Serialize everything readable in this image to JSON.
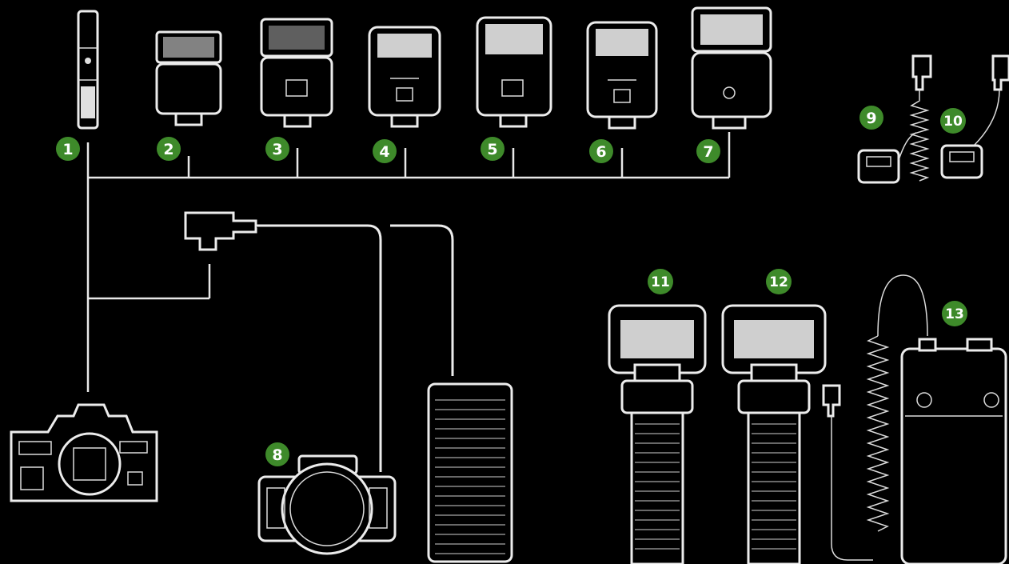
{
  "accent_color": "#3e8a2a",
  "background_color": "#000000",
  "items": [
    {
      "number": "1",
      "name": "pencil-flash"
    },
    {
      "number": "2",
      "name": "flash-unit-2"
    },
    {
      "number": "3",
      "name": "flash-unit-3"
    },
    {
      "number": "4",
      "name": "flash-unit-4"
    },
    {
      "number": "5",
      "name": "flash-unit-5"
    },
    {
      "number": "6",
      "name": "flash-unit-6"
    },
    {
      "number": "7",
      "name": "flash-unit-7"
    },
    {
      "number": "8",
      "name": "macro-ring-flash"
    },
    {
      "number": "9",
      "name": "sync-cord-coiled"
    },
    {
      "number": "10",
      "name": "sync-cord-straight"
    },
    {
      "number": "11",
      "name": "handle-flash-11"
    },
    {
      "number": "12",
      "name": "handle-flash-12"
    },
    {
      "number": "13",
      "name": "battery-pack"
    }
  ]
}
